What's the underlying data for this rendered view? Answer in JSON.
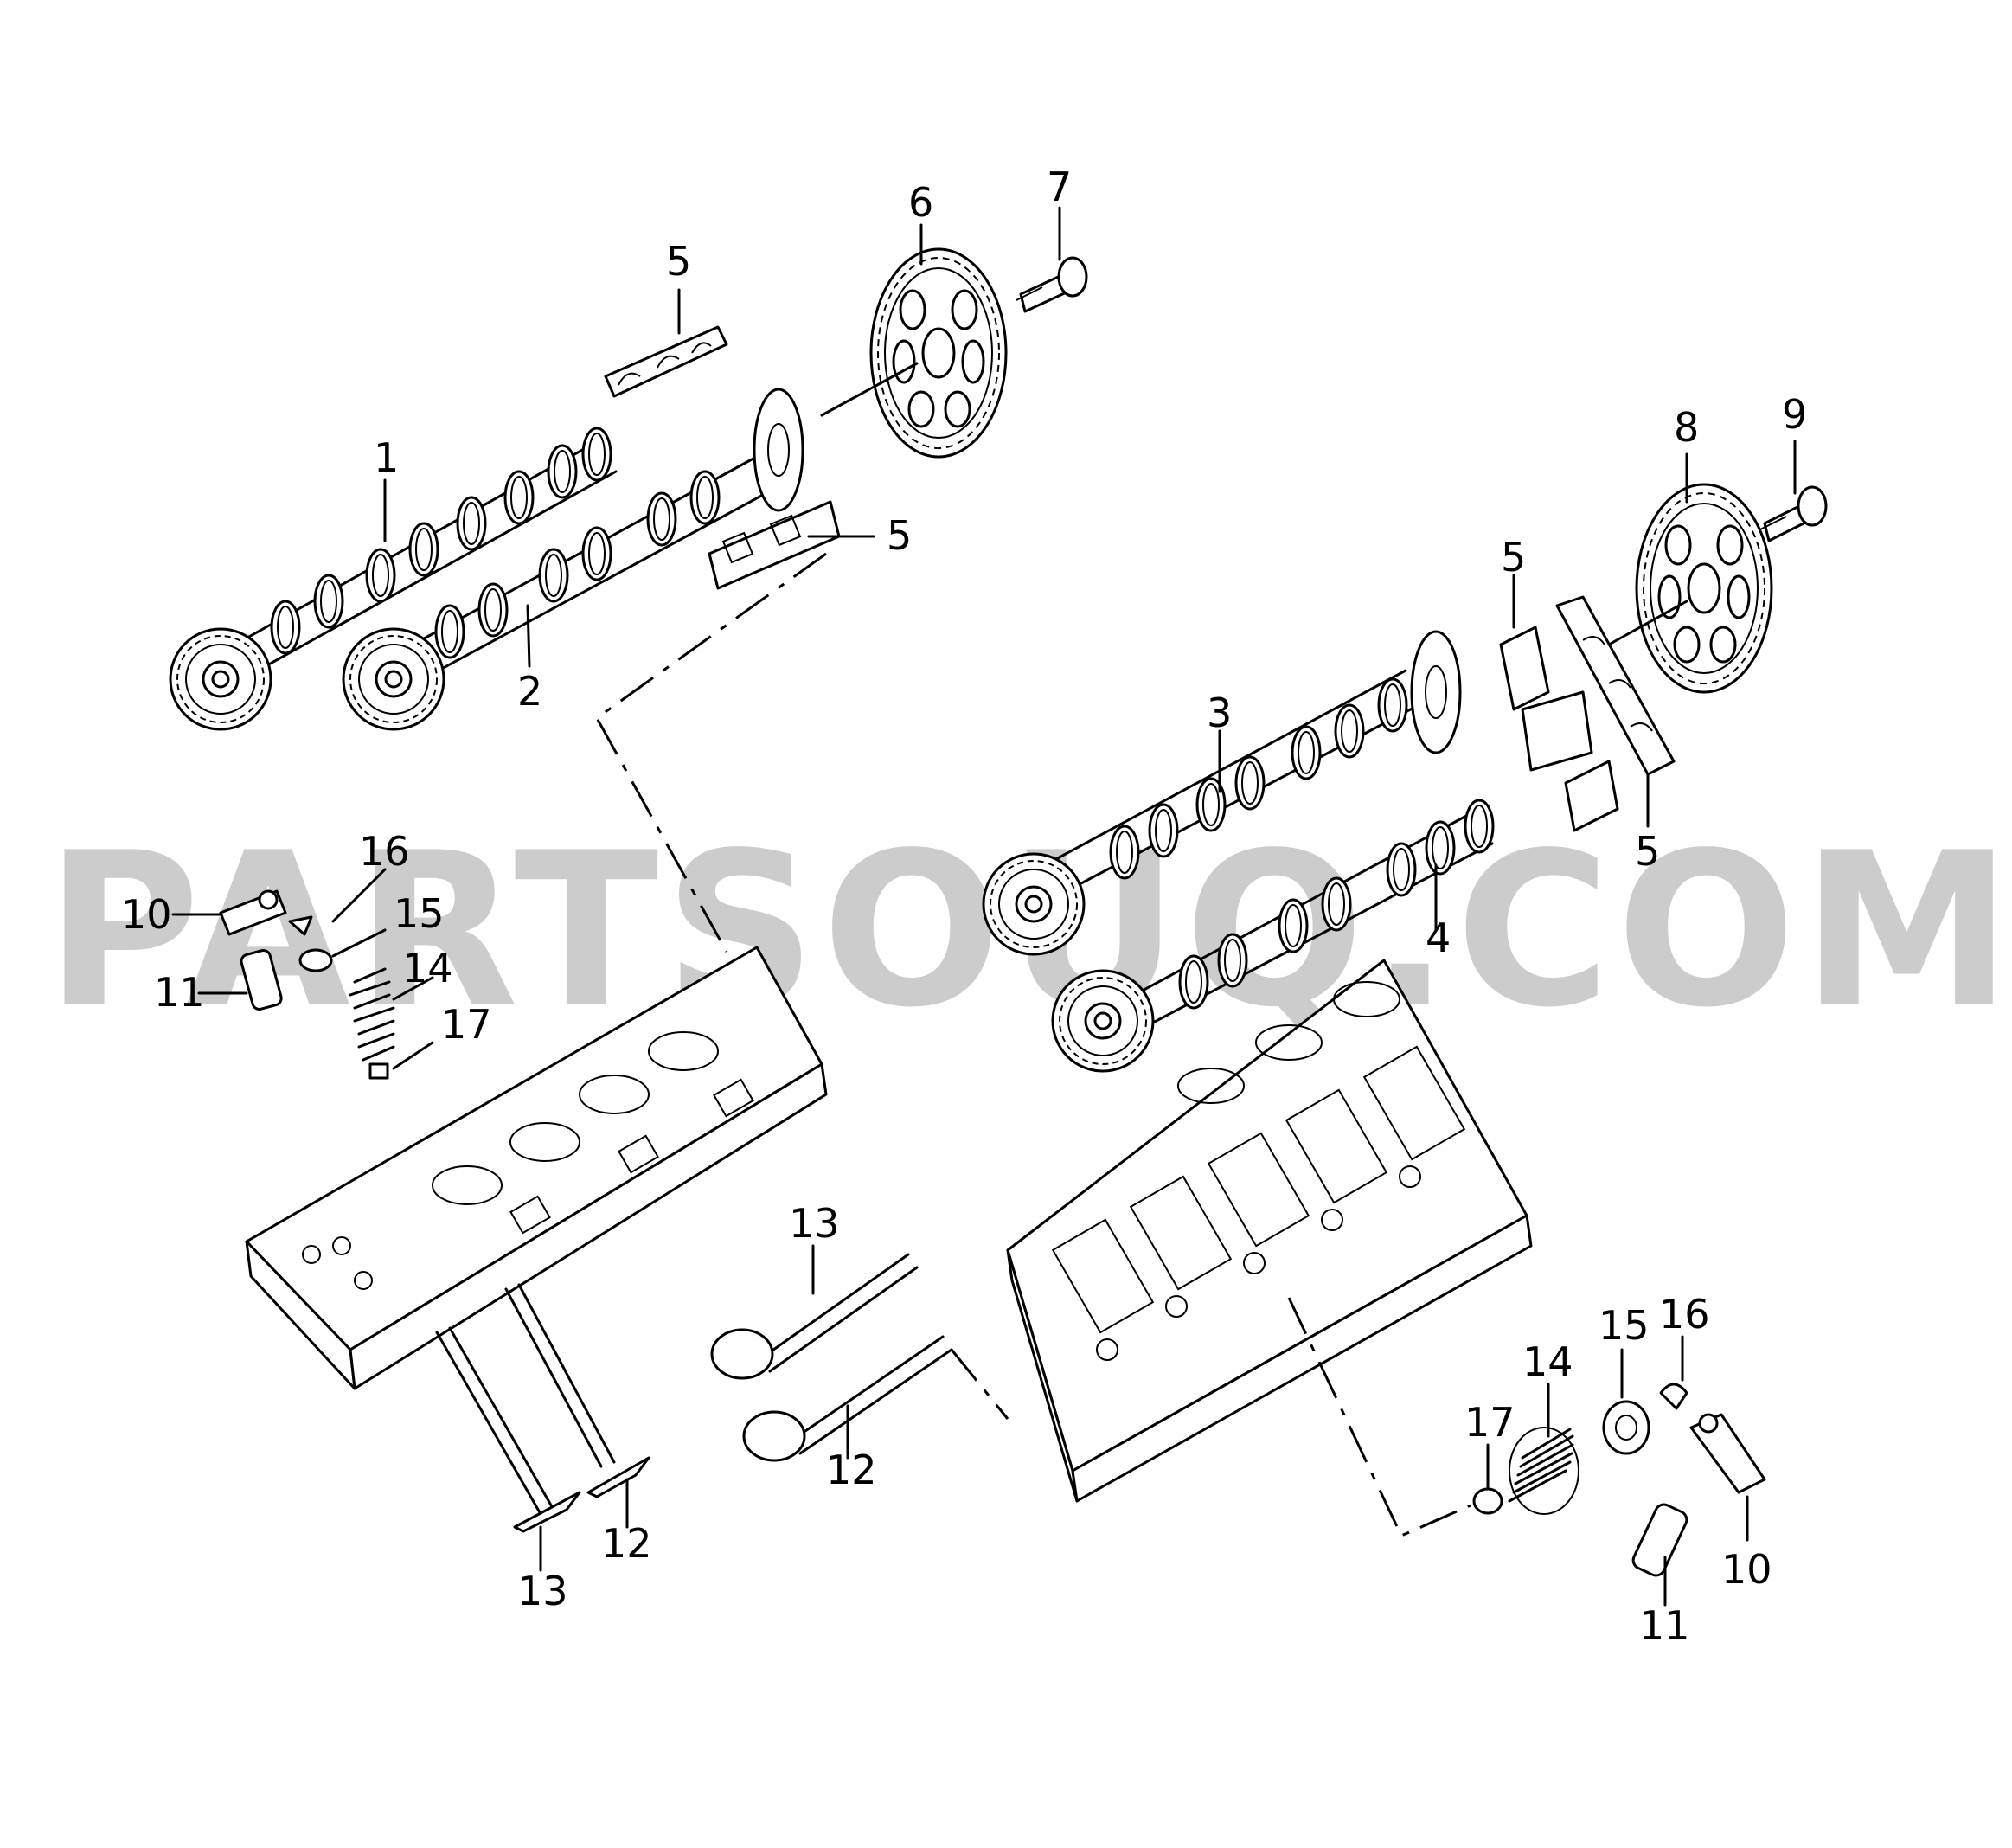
{
  "watermark": "PARTSOUQ.COM",
  "callouts": {
    "c1": "1",
    "c2": "2",
    "c3": "3",
    "c4": "4",
    "c5a": "5",
    "c5b": "5",
    "c5c": "5",
    "c5d": "5",
    "c6": "6",
    "c7": "7",
    "c8": "8",
    "c9": "9",
    "c10a": "10",
    "c10b": "10",
    "c11a": "11",
    "c11b": "11",
    "c12a": "12",
    "c12b": "12",
    "c13a": "13",
    "c13b": "13",
    "c14a": "14",
    "c14b": "14",
    "c15a": "15",
    "c15b": "15",
    "c16a": "16",
    "c16b": "16",
    "c17a": "17",
    "c17b": "17"
  }
}
